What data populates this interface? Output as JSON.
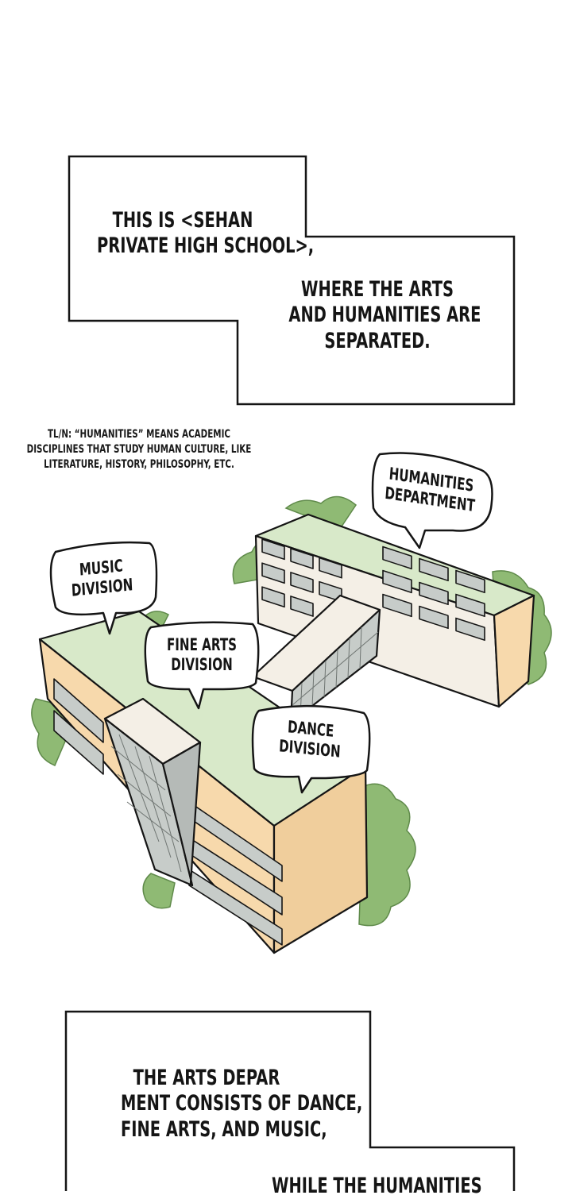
{
  "narration": {
    "box1": {
      "lines_a": [
        "THIS IS <SEHAN",
        "PRIVATE HIGH SCHOOL>,"
      ],
      "lines_b": [
        "WHERE THE ARTS",
        "AND HUMANITIES ARE",
        "SEPARATED."
      ]
    },
    "translator_note": [
      "TL/N: “HUMANITIES” MEANS ACADEMIC",
      "DISCIPLINES THAT STUDY HUMAN CULTURE, LIKE",
      "LITERATURE, HISTORY, PHILOSOPHY, ETC."
    ],
    "box2": {
      "lines_a": [
        "THE ARTS DEPAR",
        "MENT CONSISTS OF DANCE,",
        "FINE ARTS, AND MUSIC,"
      ],
      "lines_b": [
        "WHILE THE HUMANITIES"
      ]
    }
  },
  "labels": {
    "humanities": [
      "HUMANITIES",
      "DEPARTMENT"
    ],
    "music": [
      "MUSIC",
      "DIVISION"
    ],
    "fine_arts": [
      "FINE ARTS",
      "DIVISION"
    ],
    "dance": [
      "DANCE",
      "DIVISION"
    ]
  },
  "colors": {
    "roof": "#d8e9c9",
    "wall_front": "#f7d9ac",
    "wall_side": "#f4efe6",
    "tree": "#8fba74",
    "glass": "#c7ccc9",
    "ink": "#151515"
  }
}
